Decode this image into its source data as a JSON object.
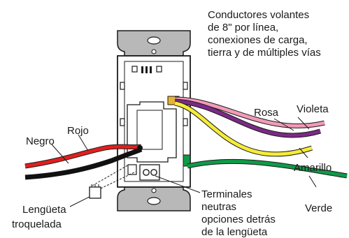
{
  "header_note": {
    "lines": [
      "Conductores volantes",
      "de 8\" por línea,",
      "conexiones de carga,",
      "tierra y de múltiples vías"
    ]
  },
  "wires": [
    {
      "id": "black",
      "label": "Negro",
      "color": "#111111"
    },
    {
      "id": "red",
      "label": "Rojo",
      "color": "#e0201e"
    },
    {
      "id": "pink",
      "label": "Rosa",
      "color": "#f29ab8"
    },
    {
      "id": "violet",
      "label": "Violeta",
      "color": "#7b2a86"
    },
    {
      "id": "yellow",
      "label": "Amarillo",
      "color": "#f6ec38"
    },
    {
      "id": "green",
      "label": "Verde",
      "color": "#0f9a48"
    }
  ],
  "callouts": {
    "knockout_tab": [
      "Lengüeta",
      "troquelada"
    ],
    "neutral_terminals": [
      "Terminales",
      "neutras",
      "opciones detrás",
      "de la lengüeta"
    ]
  },
  "colors": {
    "mounting_strap": "#b8b8b8",
    "device_body": "#ffffff",
    "outline": "#1a1a1a"
  }
}
